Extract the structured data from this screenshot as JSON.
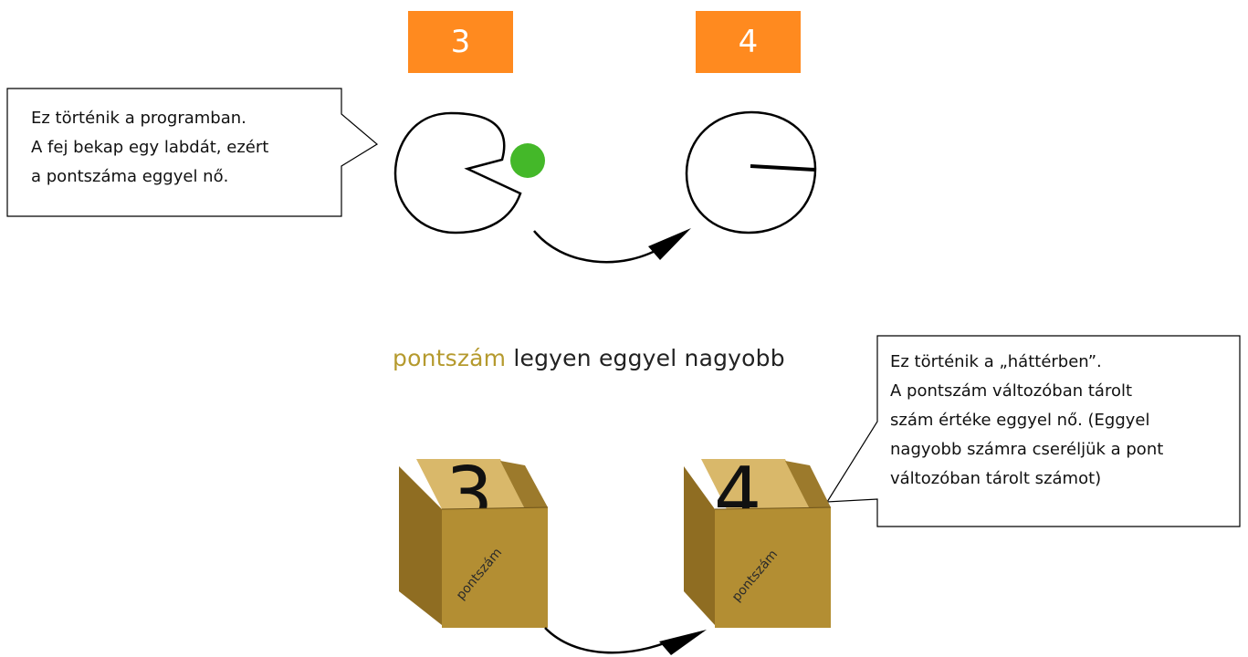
{
  "colors": {
    "score_bg": "#ff8a1f",
    "ball": "#44b829",
    "variable_text": "#b59a2e",
    "box_front": "#b38e33",
    "box_side": "#8f6d22"
  },
  "score": {
    "before": "3",
    "after": "4"
  },
  "left_note": {
    "lines": [
      "Ez történik a programban.",
      "A fej bekap egy labdát, ezért",
      "a pontszáma eggyel nő."
    ]
  },
  "statement": {
    "variable": "pontszám",
    "rest": " legyen eggyel nagyobb"
  },
  "boxes": {
    "before": {
      "number": "3",
      "label": "pontszám"
    },
    "after": {
      "number": "4",
      "label": "pontszám"
    }
  },
  "right_note": {
    "lines": [
      "Ez történik a „háttérben”.",
      "A pontszám változóban tárolt",
      "szám értéke eggyel nő. (Eggyel",
      "nagyobb számra cseréljük a pont",
      "változóban tárolt számot)"
    ]
  },
  "icons": {
    "ball": "green-ball-icon",
    "head_open": "pacman-head-icon",
    "head_closed": "closed-head-icon",
    "arrow": "curved-arrow-icon",
    "box": "cardboard-box-icon"
  }
}
